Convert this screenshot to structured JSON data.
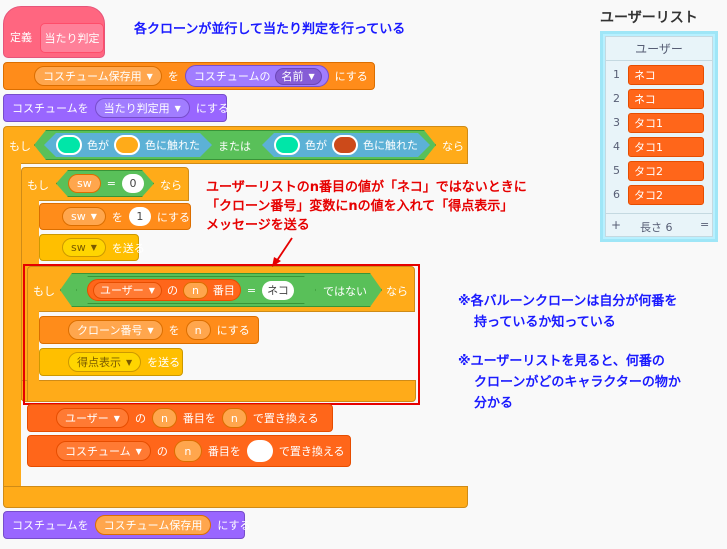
{
  "annotations": {
    "top_note": "各クローンが並行して当たり判定を行っている",
    "red_note": [
      "ユーザーリストのn番目の値が「ネコ」ではないときに",
      "「クローン番号」変数にnの値を入れて「得点表示」",
      "メッセージを送る"
    ],
    "right_note_1": [
      "※各バルーンクローンは自分が何番を",
      "持っているか知っている"
    ],
    "right_note_2": [
      "※ユーザーリストを見ると、何番の",
      "クローンがどのキャラクターの物か",
      "分かる"
    ]
  },
  "colors": {
    "events": "#ff6680",
    "variables": "#ff8c1a",
    "looks": "#9966ff",
    "control": "#ffab19",
    "list": "#ff661a",
    "operators": "#59c059",
    "sensing": "#5cb1d6",
    "annotation_red": "#e60000",
    "annotation_blue": "#1a1aff"
  },
  "script": {
    "define": {
      "keyword": "定義",
      "name": "当たり判定"
    },
    "set_costume_var": {
      "prefix": "",
      "var": "コスチューム保存用",
      "mid": "を",
      "reporter": "コスチュームの",
      "menu": "名前",
      "suffix": "にする"
    },
    "switch_costume_1": {
      "prefix": "コスチュームを",
      "menu": "当たり判定用",
      "suffix": "にする"
    },
    "if_outer": {
      "keyword": "もし",
      "touch1": {
        "mid": "色が",
        "suffix": "色に触れた"
      },
      "or_label": "または",
      "touch2": {
        "mid": "色が",
        "suffix": "色に触れた"
      },
      "then": "なら"
    },
    "if_sw": {
      "keyword": "もし",
      "var": "sw",
      "eq": "=",
      "value": "0",
      "then": "なら"
    },
    "set_sw": {
      "var": "sw",
      "mid": "を",
      "value": "1",
      "suffix": "にする"
    },
    "broadcast_sw": {
      "msg": "sw",
      "suffix": "を送る"
    },
    "if_list": {
      "keyword": "もし",
      "list": "ユーザー",
      "of": "の",
      "n": "n",
      "item": "番目",
      "eq": "=",
      "value": "ネコ",
      "not": "ではない",
      "then": "なら"
    },
    "set_clone": {
      "var": "クローン番号",
      "mid": "を",
      "value": "n",
      "suffix": "にする"
    },
    "broadcast_score": {
      "msg": "得点表示",
      "suffix": "を送る"
    },
    "replace_user": {
      "list": "ユーザー",
      "of": "の",
      "n": "n",
      "mid": "番目を",
      "value": "n",
      "suffix": "で置き換える"
    },
    "replace_costume": {
      "list": "コスチューム",
      "of": "の",
      "n": "n",
      "mid": "番目を",
      "value": "",
      "suffix": "で置き換える"
    },
    "switch_costume_2": {
      "prefix": "コスチュームを",
      "var": "コスチューム保存用",
      "suffix": "にする"
    }
  },
  "list_monitor": {
    "title": "ユーザーリスト",
    "header": "ユーザー",
    "items": [
      {
        "index": "1",
        "value": "ネコ"
      },
      {
        "index": "2",
        "value": "ネコ"
      },
      {
        "index": "3",
        "value": "タコ1"
      },
      {
        "index": "4",
        "value": "タコ1"
      },
      {
        "index": "5",
        "value": "タコ2"
      },
      {
        "index": "6",
        "value": "タコ2"
      }
    ],
    "add_label": "+",
    "length_label": "長さ 6",
    "resize_label": "="
  }
}
